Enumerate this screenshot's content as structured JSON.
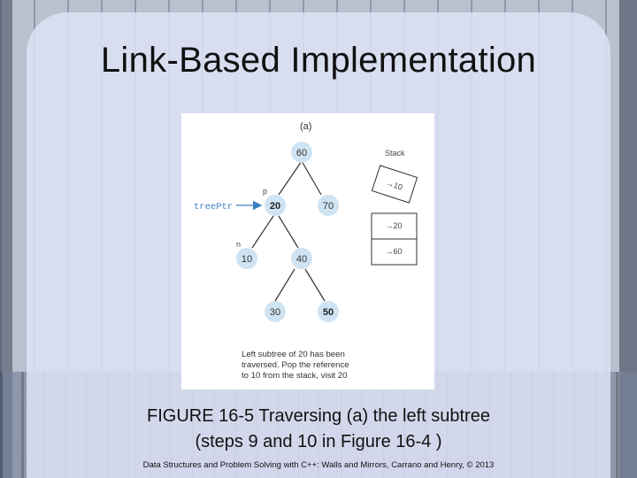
{
  "slide": {
    "title": "Link-Based Implementation",
    "caption_line1": "FIGURE 16-5 Traversing (a) the left subtree",
    "caption_line2": "(steps 9 and 10 in Figure 16-4 )",
    "footer": "Data Structures and Problem Solving with C++: Walls and Mirrors, Carrano and Henry, © 2013"
  },
  "diagram": {
    "part_label": "(a)",
    "pointer_label": "treePtr",
    "p_label": "p",
    "n_label": "n",
    "stack_label": "Stack",
    "popped_entry": "→10",
    "stack_entries": [
      "→20",
      "→60"
    ],
    "nodes": {
      "n60": "60",
      "n20": "20",
      "n70": "70",
      "n10": "10",
      "n40": "40",
      "n30": "30",
      "n50": "50"
    },
    "note_lines": [
      "Left subtree of 20 has been",
      "traversed. Pop the reference",
      "to 10 from the stack, visit 20"
    ],
    "colors": {
      "node_fill": "#cfe3f2",
      "edge": "#333333",
      "pointer": "#3a7fc1"
    }
  }
}
